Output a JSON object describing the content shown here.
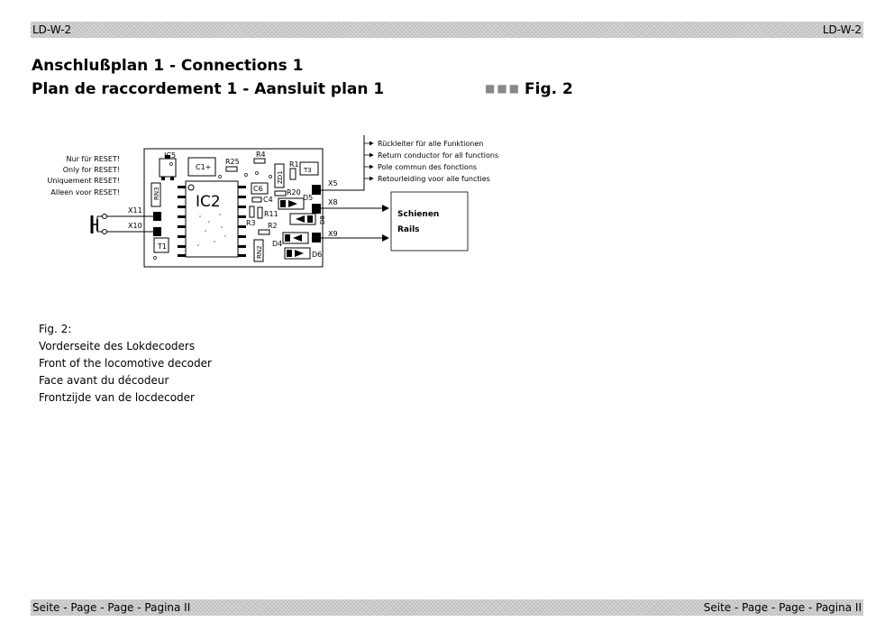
{
  "header": {
    "left_code": "LD-W-2",
    "right_code": "LD-W-2"
  },
  "titles": {
    "line1": "Anschlußplan 1 - Connections 1",
    "line2": "Plan de raccordement 1 - Aansluit plan 1",
    "fig_label": "Fig. 2"
  },
  "diagram": {
    "reset_notes": [
      "Nur für RESET!",
      "Only for RESET!",
      "Uniquement RESET!",
      "Alleen voor RESET!"
    ],
    "return_notes": [
      "Rückleiter für alle Funktionen",
      "Return conductor for all functions",
      "Pole commun des fonctions",
      "Retourleiding voor alle functies"
    ],
    "components": {
      "ic5": "IC5",
      "c1": "C1+",
      "r25": "R25",
      "r4": "R4",
      "r1": "R1",
      "t3": "T3",
      "zd1": "ZD1",
      "rn3": "RN3",
      "ic2": "IC2",
      "c6": "C6",
      "r20": "R20",
      "c4": "C4",
      "d5": "D5",
      "r11": "R11",
      "d8": "D8",
      "r3": "R3",
      "r2": "R2",
      "rn2": "RN2",
      "d4": "D4",
      "d6": "D6",
      "t1": "T1"
    },
    "pads": {
      "x5": "X5",
      "x8": "X8",
      "x9": "X9",
      "x10": "X10",
      "x11": "X11"
    },
    "rails_box": [
      "Schienen",
      "Rails"
    ]
  },
  "caption": {
    "lines": [
      "Fig. 2:",
      "Vorderseite des Lokdecoders",
      "Front of the locomotive decoder",
      "Face avant du décodeur",
      "Frontzijde van de locdecoder"
    ]
  },
  "footer": {
    "left": "Seite - Page - Page - Pagina II",
    "right": "Seite - Page - Page - Pagina II"
  }
}
